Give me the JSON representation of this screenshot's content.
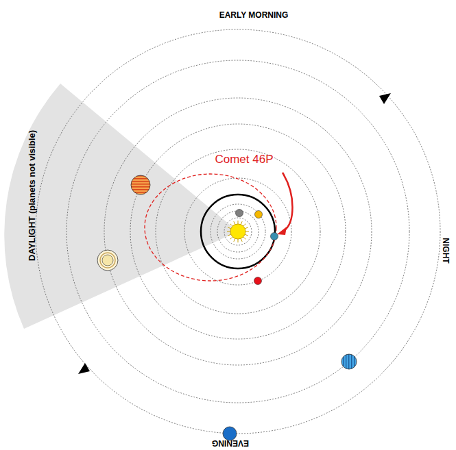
{
  "diagram": {
    "labels": [
      "EARLY MORNING",
      "NIGHT",
      "EVENING",
      "DAYLIGHT (planets not visible)",
      "Comet 46P"
    ]
  }
}
